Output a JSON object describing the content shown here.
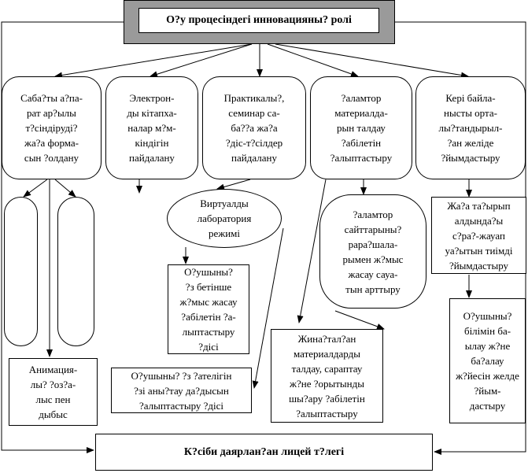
{
  "title": "О?у процесіндегі инновацияны? ролі",
  "bottom": "К?сіби даярлан?ан лицей т?легі",
  "row1": {
    "n1": "Саба?ты а?па-\nрат ар?ылы\nт?сіндіруді?\nжа?а форма-\nсын ?олдану",
    "n2": "Электрон-\nды кітапха-\nналар м?м-\nкіндігін\nпайдалану",
    "n3": "Практикалы?,\nсеминар са-\nба??а жа?а\n?діс-т?сілдер\nпайдалану",
    "n4": "?аламтор\nматериалда-\nрын талдау\n?абілетін\n?алыптастыру",
    "n5": "Кері байла-\nнысты орта-\nлы?тандырыл-\n?ан желіде\n?йымдастыру"
  },
  "col1": {
    "animation": "Анимация-\nлы? ?оз?а-\nлыс пен\nдыбыс"
  },
  "col3": {
    "virtual_lab": "Виртуалды\nлаборатория\nрежимі",
    "self_work": "О?ушыны?\n?з бетінше\nж?мыс жасау\n?абілетін ?а-\nлыптастыру\n?дісі",
    "find_errors": "О?ушыны? ?з ?ателігін\n?зі аны?тау да?дысын\n?алыптастыру ?дісі"
  },
  "col4": {
    "sites": "?аламтор\nсайттарыны?\npара?шала-\nрымен ж?мыс\nжасау сауа-\nтын арттыру",
    "collected": "Жина?тал?ан\nматериалдарды\nталдау, сараптау\nж?не ?орытынды\nшы?ару ?абілетін\n?алыптастыру"
  },
  "col5": {
    "topic": "Жа?а та?ырып\nалдында?ы\nс?ра?-жауап\nуа?ытын тиімді\n?йымдастыру",
    "knowledge": "О?ушыны?\nбілімін ба-\nылау ж?не\nба?алау\nж?йесін желде\n?йым-\nдастыру"
  }
}
